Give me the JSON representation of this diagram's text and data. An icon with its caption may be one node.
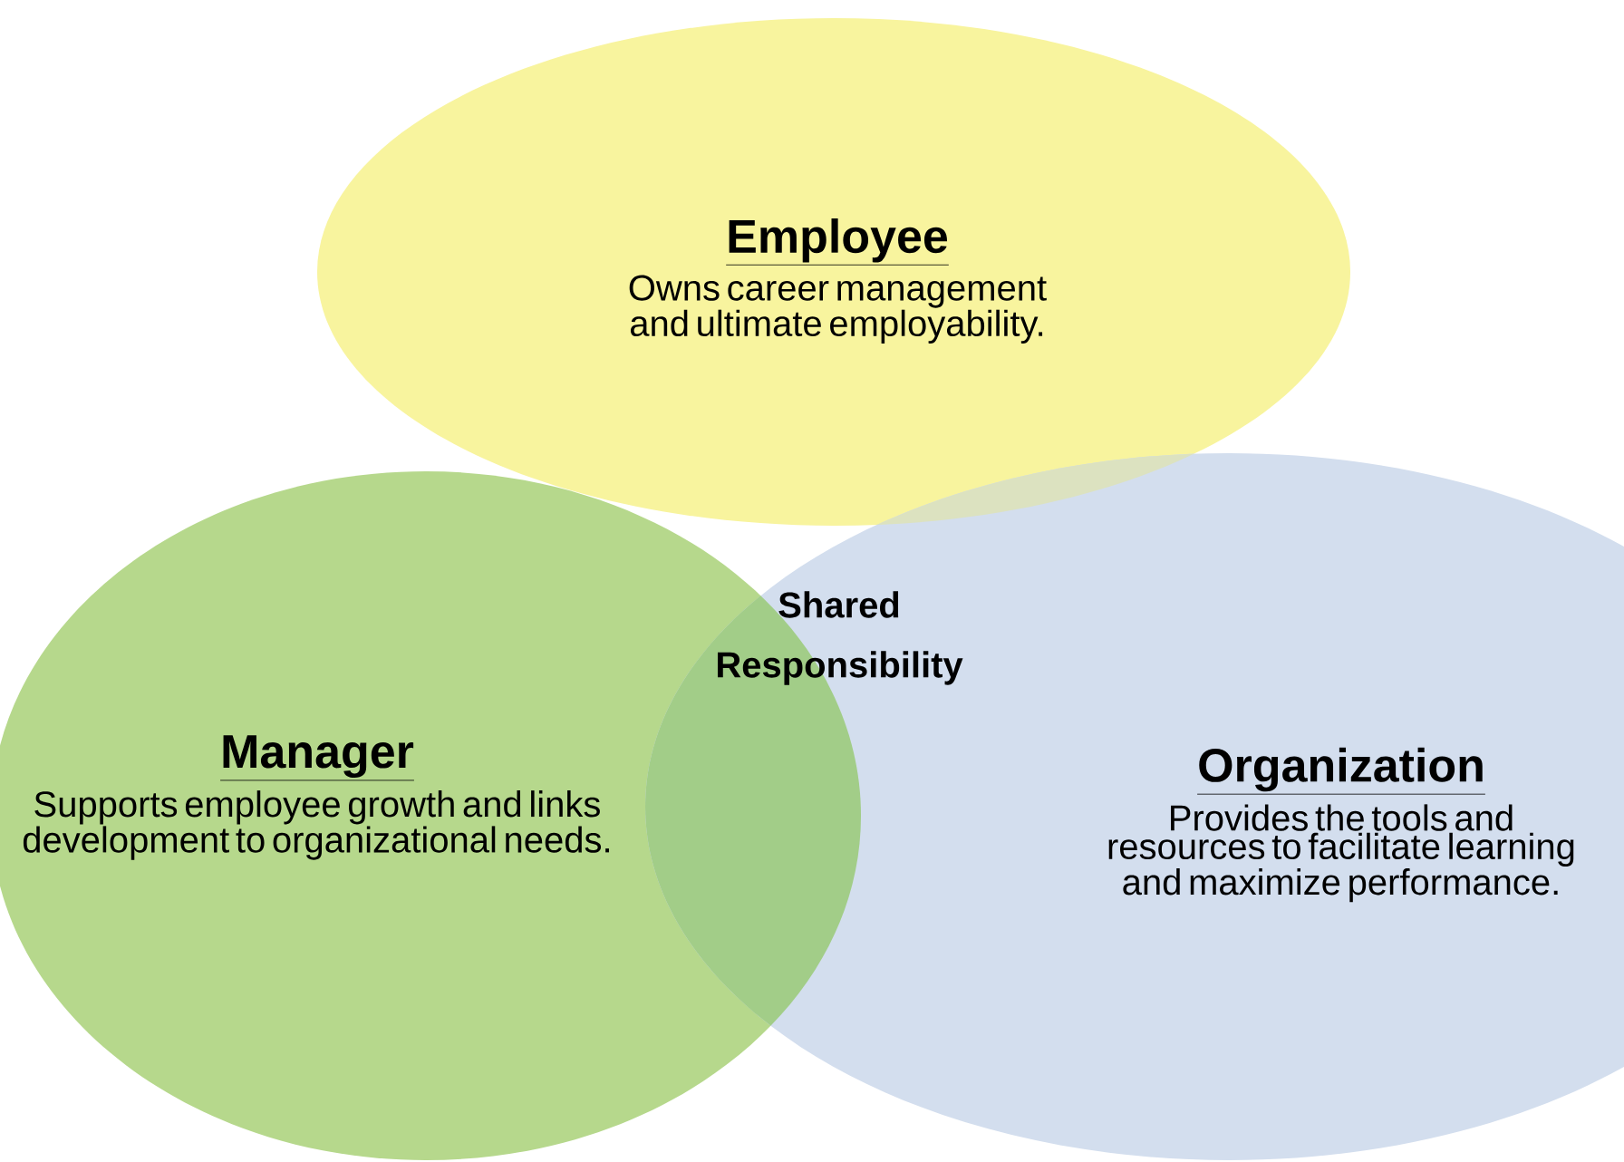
{
  "diagram": {
    "nodes": [
      {
        "text": [
          "Employee",
          "Owns career management and ultimate employability."
        ]
      },
      {
        "text": [
          "Manager",
          "Supports employee growth and links development to organizational needs."
        ]
      },
      {
        "text": [
          "Organization",
          "Provides the tools and resources to facilitate learning and maximize performance."
        ]
      }
    ],
    "labels": [
      "Shared Responsibility"
    ]
  }
}
